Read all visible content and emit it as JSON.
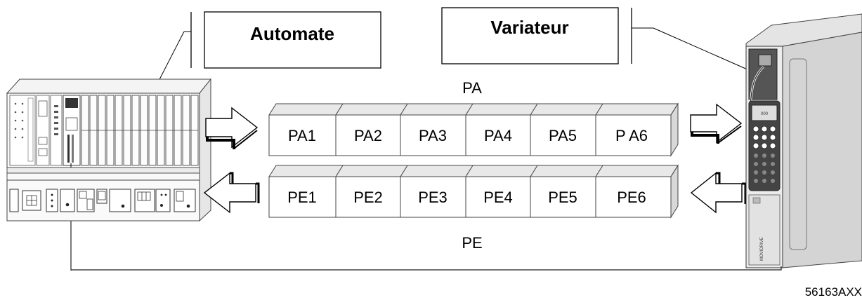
{
  "labels": {
    "automate": "Automate",
    "variateur": "Variateur"
  },
  "output_bus": {
    "label": "PA",
    "registers": [
      "PA1",
      "PA2",
      "PA3",
      "PA4",
      "PA5",
      "P A6"
    ]
  },
  "input_bus": {
    "label": "PE",
    "registers": [
      "PE1",
      "PE2",
      "PE3",
      "PE4",
      "PE5",
      "PE6"
    ]
  },
  "figure_id": "56163AXX",
  "device_text": "MOVIDRIVE"
}
